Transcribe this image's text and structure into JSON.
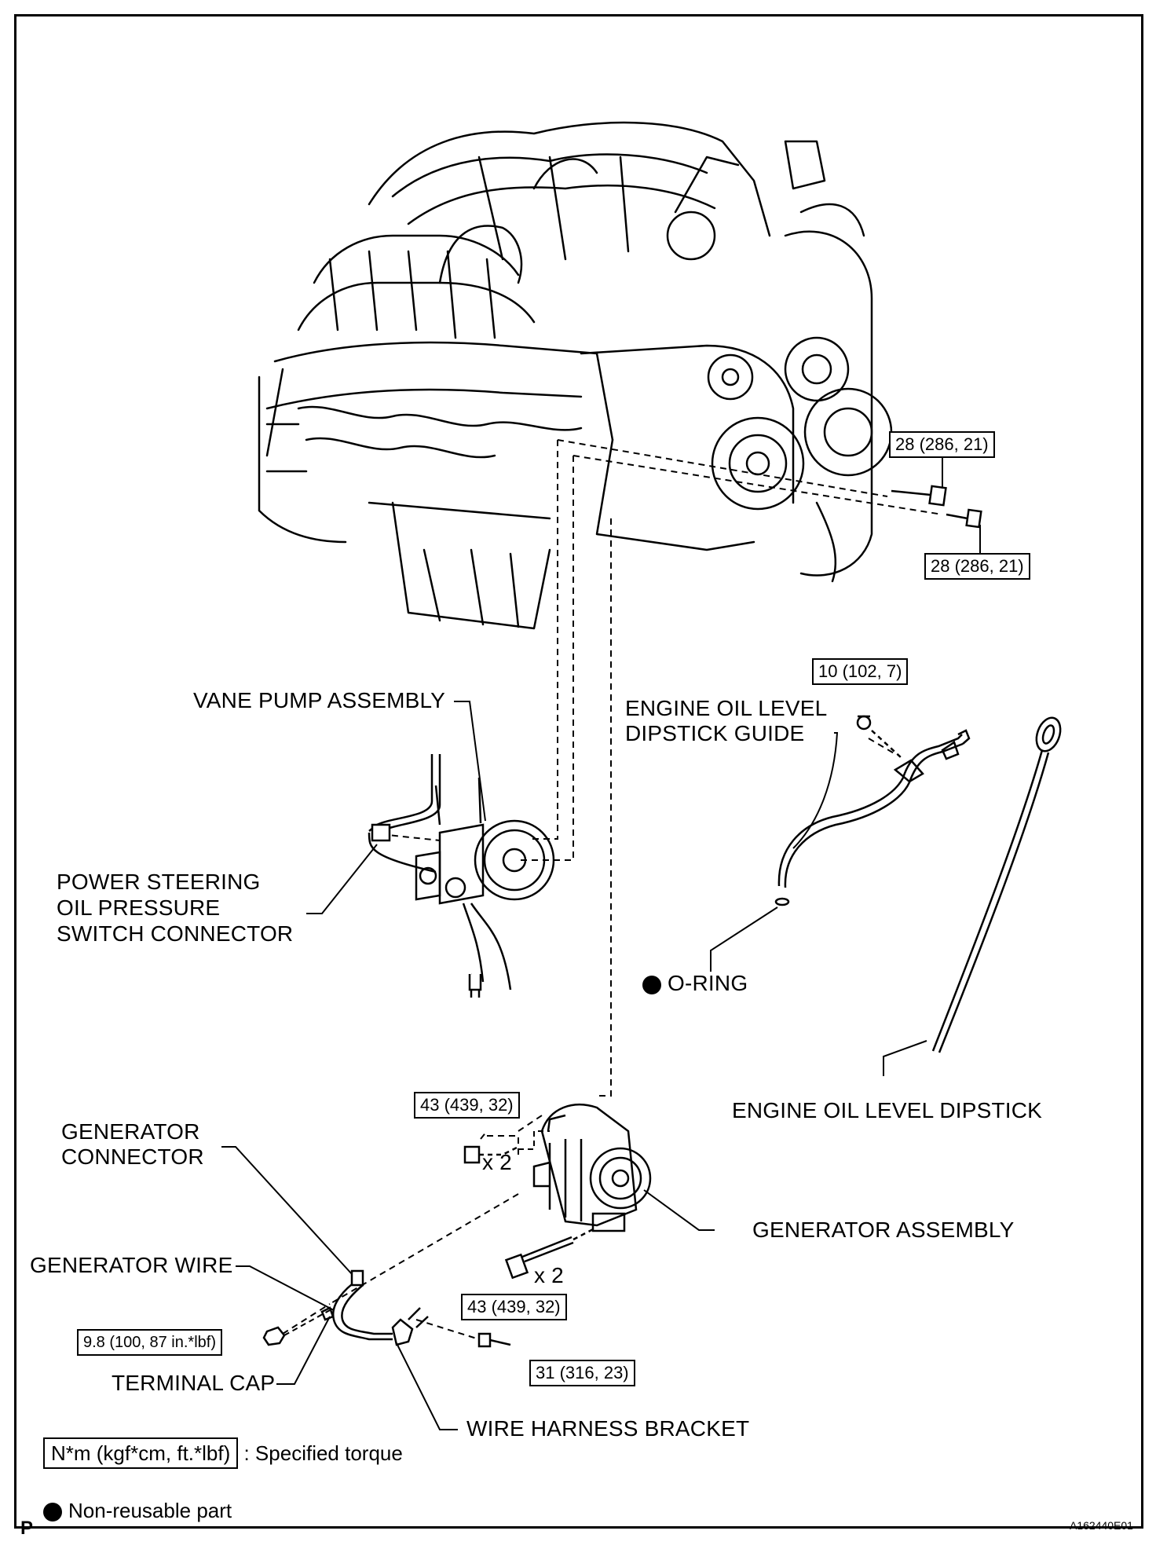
{
  "torques": {
    "t_top_a": "28 (286, 21)",
    "t_top_b": "28 (286, 21)",
    "t_guide": "10 (102, 7)",
    "t_gen_upper": "43 (439, 32)",
    "t_gen_lower": "43 (439, 32)",
    "t_gen_wire": "9.8 (100, 87 in.*lbf)",
    "t_bracket": "31 (316, 23)"
  },
  "labels": {
    "vane_pump": "VANE PUMP ASSEMBLY",
    "dipstick_guide_1": "ENGINE OIL LEVEL",
    "dipstick_guide_2": "DIPSTICK GUIDE",
    "ps_switch_1": "POWER STEERING",
    "ps_switch_2": "OIL PRESSURE",
    "ps_switch_3": "SWITCH CONNECTOR",
    "o_ring": "O-RING",
    "dipstick": "ENGINE OIL LEVEL DIPSTICK",
    "gen_connector_1": "GENERATOR",
    "gen_connector_2": "CONNECTOR",
    "gen_wire": "GENERATOR WIRE",
    "gen_assembly": "GENERATOR ASSEMBLY",
    "terminal_cap": "TERMINAL CAP",
    "harness_bracket": "WIRE HARNESS BRACKET",
    "x2_upper": "x 2",
    "x2_lower": "x 2"
  },
  "legend": {
    "torque_unit": "N*m (kgf*cm, ft.*lbf)",
    "torque_desc": ": Specified torque",
    "non_reusable": "Non-reusable part"
  },
  "corner": {
    "left": "P",
    "right": "A162440E01"
  }
}
